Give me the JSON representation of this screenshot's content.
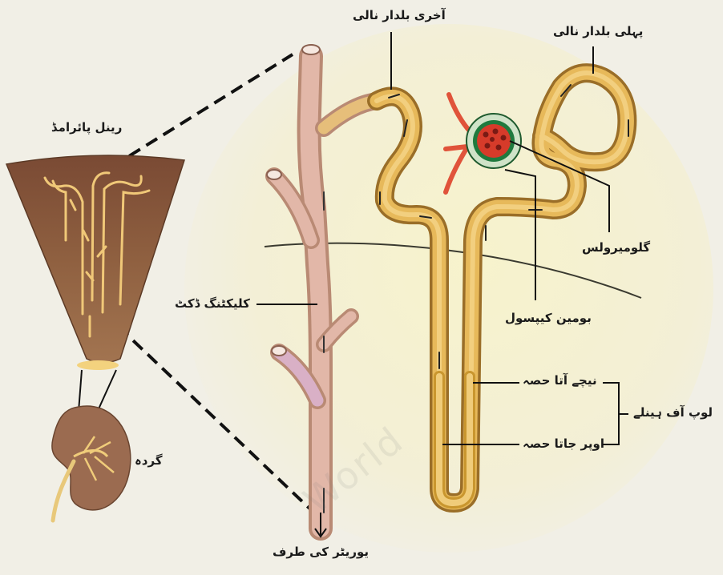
{
  "labels": {
    "renal_pyramid": "رینل پائرامڈ",
    "kidney": "گردہ",
    "collecting_duct": "کلیکٹنگ ڈکٹ",
    "distal_tubule": "آخری بلدار نالی",
    "proximal_tubule": "پہلی بلدار نالی",
    "glomerulus": "گلومیرولس",
    "bowman_capsule": "بومین کیپسول",
    "descending_limb": "نیچے آتا حصہ",
    "ascending_limb": "اوپر جاتا حصہ",
    "loop_of_henle": "لوپ آف ہینلے",
    "to_ureter": "یوریٹر کی طرف"
  },
  "watermark": "World",
  "colors": {
    "background": "#f1efe6",
    "yellow_glow": "#f6f2c8",
    "tubule": "#d9a94a",
    "tubule_light": "#f0cc7a",
    "duct": "#d7a8a0",
    "pyramid": "#8a5a3c",
    "kidney": "#9b6b50",
    "glomerulus": "#d63b2a",
    "capsule": "#1e7a3a",
    "leader": "#111111"
  }
}
